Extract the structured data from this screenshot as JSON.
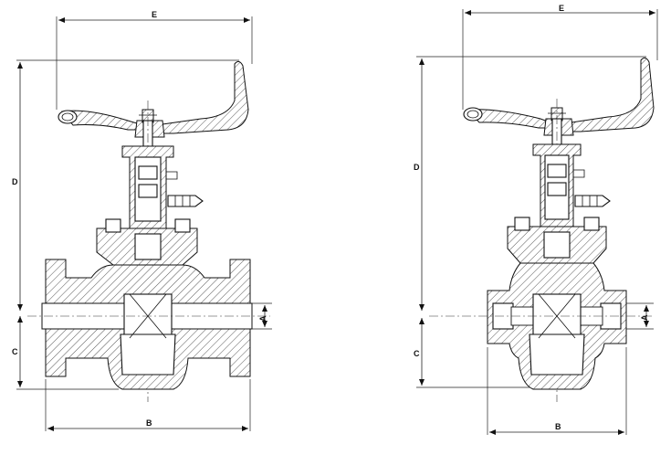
{
  "left_view": {
    "labels": {
      "e": "E",
      "d": "D",
      "a": "A",
      "c": "C",
      "b": "B"
    }
  },
  "right_view": {
    "labels": {
      "e": "E",
      "d": "D",
      "a": "A",
      "c": "C",
      "b": "B"
    }
  }
}
